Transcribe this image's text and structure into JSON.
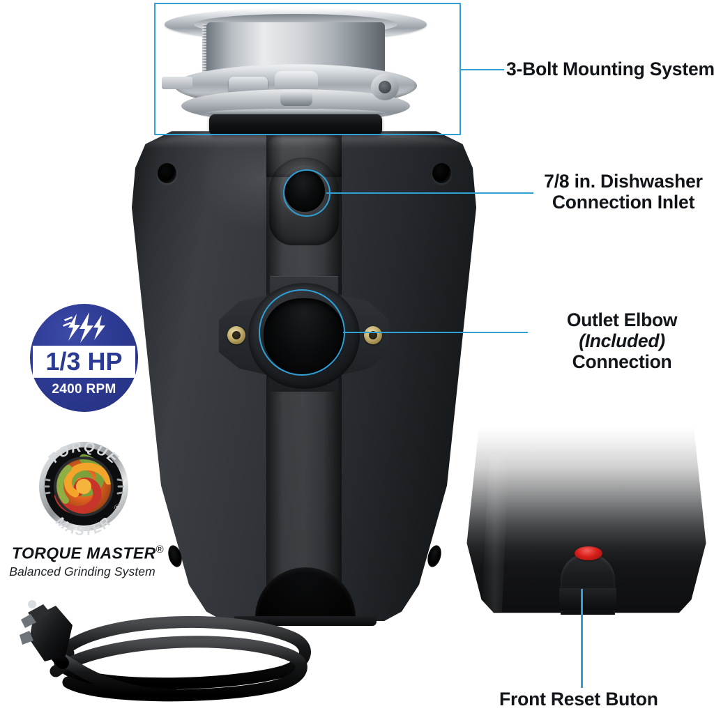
{
  "product": {
    "type": "garbage-disposal-infographic",
    "accent_color": "#2f9fd6",
    "body_color": "#2a2d31",
    "badge_blue": "#2b3a92",
    "reset_red": "#d8201c"
  },
  "callouts": [
    {
      "id": "bolt",
      "text": "3-Bolt Mounting System",
      "marker": "highlight-box"
    },
    {
      "id": "dish",
      "line1": "7/8 in. Dishwasher",
      "line2": "Connection Inlet",
      "marker": "highlight-circle"
    },
    {
      "id": "outlet",
      "line1_bold": "Outlet Elbow",
      "line1_italic": "(Included)",
      "line2": "Connection",
      "marker": "highlight-circle"
    },
    {
      "id": "reset",
      "text": "Front Reset Buton",
      "marker": "leader-line"
    }
  ],
  "hp_badge": {
    "icon": "lightning-bolts-icon",
    "power": "1/3 HP",
    "speed": "2400 RPM"
  },
  "torque_master": {
    "emblem_top_text": "TORQUE",
    "emblem_bottom_text": "MASTER",
    "emblem_reg": "®",
    "wordmark": "TORQUE MASTER",
    "wordmark_reg": "®",
    "tagline": "Balanced Grinding System"
  },
  "parts": {
    "mounting_assembly": "3-bolt stainless mounting assembly",
    "dishwasher_inlet": "dishwasher connection inlet port",
    "outlet_elbow": "outlet elbow connection flange",
    "power_cord": "3-prong power cord",
    "reset_button": "front reset button",
    "inset_view": "bottom-front detail view"
  }
}
